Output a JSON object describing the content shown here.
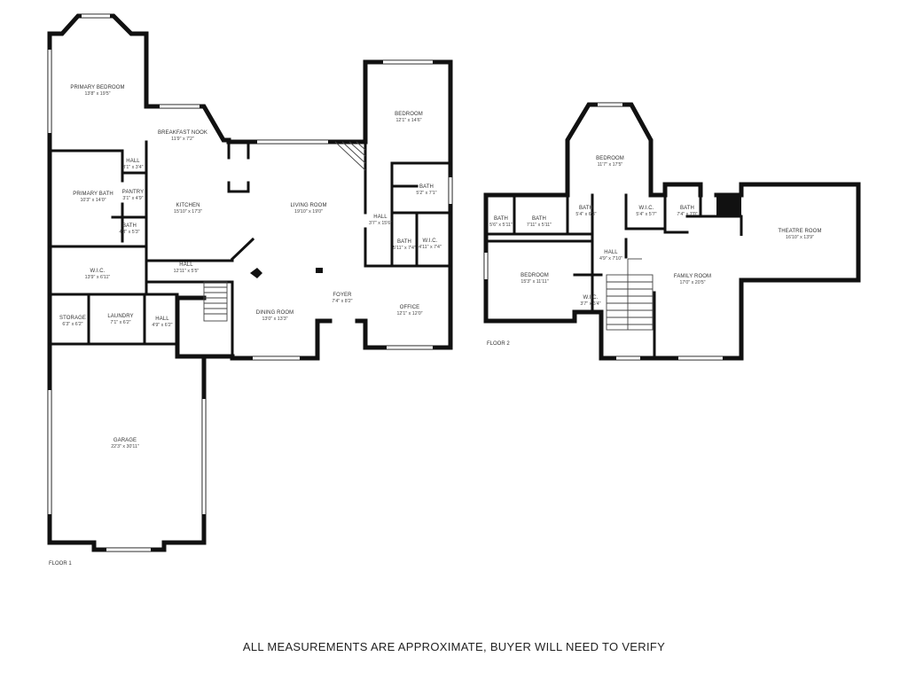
{
  "floors": [
    {
      "label": "FLOOR 1"
    },
    {
      "label": "FLOOR 2"
    }
  ],
  "rooms": [
    {
      "name": "PRIMARY BEDROOM",
      "dim": "13'8\" x 19'5\""
    },
    {
      "name": "BREAKFAST NOOK",
      "dim": "11'9\" x 7'2\""
    },
    {
      "name": "HALL",
      "dim": "3'1\" x 3'4\""
    },
    {
      "name": "PRIMARY BATH",
      "dim": "10'3\" x 14'0\""
    },
    {
      "name": "PANTRY",
      "dim": "3'1\" x 4'9\""
    },
    {
      "name": "KITCHEN",
      "dim": "15'10\" x 17'3\""
    },
    {
      "name": "BATH",
      "dim": "4'3\" x 5'3\""
    },
    {
      "name": "LIVING ROOM",
      "dim": "19'10\" x 19'0\""
    },
    {
      "name": "BEDROOM",
      "dim": "12'1\" x 14'6\""
    },
    {
      "name": "BATH",
      "dim": "5'2\" x 7'1\""
    },
    {
      "name": "HALL",
      "dim": "3'7\" x 15'6\""
    },
    {
      "name": "BATH",
      "dim": "5'11\" x 7'4\""
    },
    {
      "name": "W.I.C.",
      "dim": "4'11\" x 7'4\""
    },
    {
      "name": "W.I.C.",
      "dim": "13'9\" x 6'11\""
    },
    {
      "name": "HALL",
      "dim": "12'11\" x 5'5\""
    },
    {
      "name": "FOYER",
      "dim": "7'4\" x 8'2\""
    },
    {
      "name": "DINING ROOM",
      "dim": "13'0\" x 13'3\""
    },
    {
      "name": "OFFICE",
      "dim": "12'1\" x 12'0\""
    },
    {
      "name": "STORAGE",
      "dim": "6'3\" x 6'2\""
    },
    {
      "name": "LAUNDRY",
      "dim": "7'1\" x 6'2\""
    },
    {
      "name": "HALL",
      "dim": "4'9\" x 6'2\""
    },
    {
      "name": "GARAGE",
      "dim": "22'3\" x 30'11\""
    },
    {
      "name": "BEDROOM",
      "dim": "11'7\" x 17'5\""
    },
    {
      "name": "BATH",
      "dim": "5'6\" x 5'11\""
    },
    {
      "name": "BATH",
      "dim": "7'11\" x 5'11\""
    },
    {
      "name": "BATH",
      "dim": "5'4\" x 6'3\""
    },
    {
      "name": "W.I.C.",
      "dim": "5'4\" x 5'7\""
    },
    {
      "name": "BATH",
      "dim": "7'4\" x 7'0\""
    },
    {
      "name": "THEATRE ROOM",
      "dim": "16'10\" x 13'9\""
    },
    {
      "name": "HALL",
      "dim": "4'9\" x 7'10\""
    },
    {
      "name": "BEDROOM",
      "dim": "15'3\" x 11'11\""
    },
    {
      "name": "FAMILY ROOM",
      "dim": "17'0\" x 20'5\""
    },
    {
      "name": "W.I.C.",
      "dim": "3'7\" x 6'4\""
    }
  ],
  "disclaimer": "ALL MEASUREMENTS ARE APPROXIMATE, BUYER WILL NEED TO VERIFY"
}
